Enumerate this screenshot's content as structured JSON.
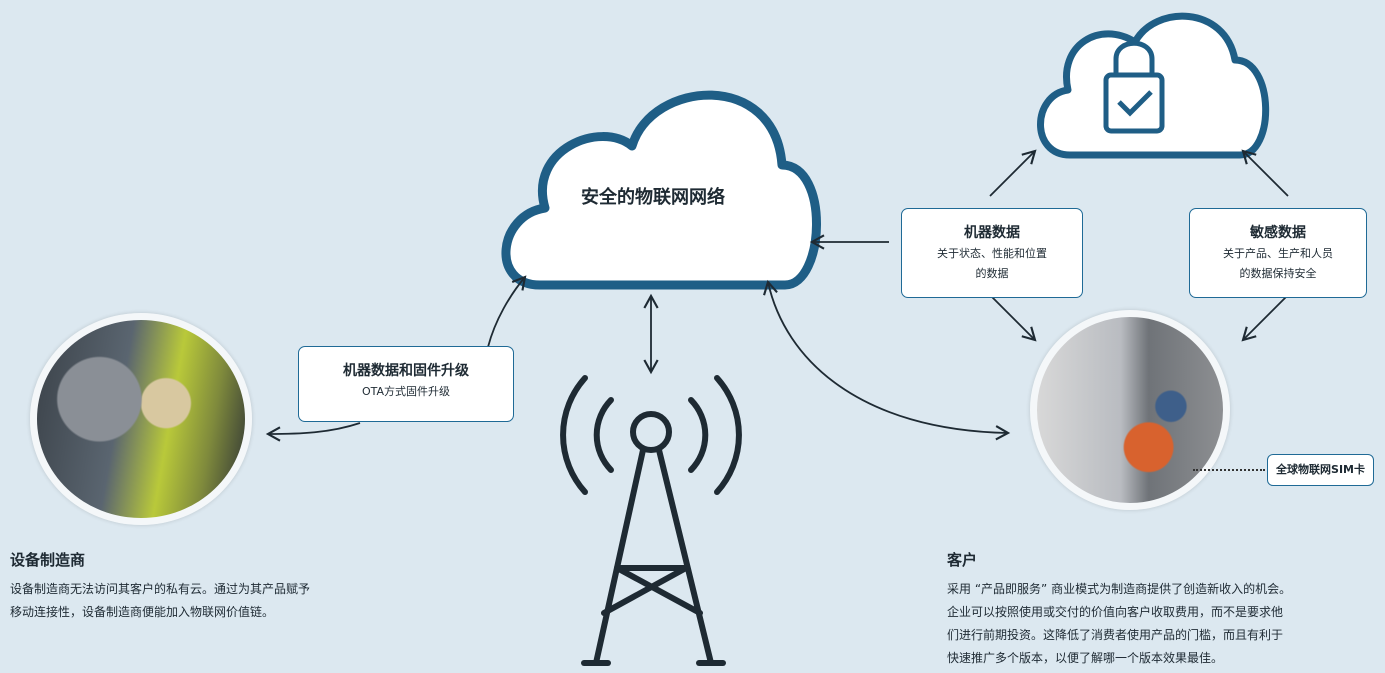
{
  "network_cloud": {
    "label": "安全的物联网网络"
  },
  "machine_fw_box": {
    "title": "机器数据和固件升级",
    "subtitle": "OTA方式固件升级"
  },
  "machine_data_box": {
    "title": "机器数据",
    "line1": "关于状态、性能和位置",
    "line2": "的数据"
  },
  "sensitive_box": {
    "title": "敏感数据",
    "line1": "关于产品、生产和人员",
    "line2": "的数据保持安全"
  },
  "sim_label": "全球物联网SIM卡",
  "manufacturer": {
    "title": "设备制造商",
    "line1": "设备制造商无法访问其客户的私有云。通过为其产品赋予",
    "line2": "移动连接性，设备制造商便能加入物联网价值链。"
  },
  "customer": {
    "title": "客户",
    "line1": "采用 “产品即服务” 商业模式为制造商提供了创造新收入的机会。",
    "line2": "企业可以按照使用或交付的价值向客户收取费用，而不是要求他",
    "line3": "们进行前期投资。这降低了消费者使用产品的门槛，而且有利于",
    "line4": "快速推广多个版本，以便了解哪一个版本效果最佳。"
  },
  "colors": {
    "background": "#dce8f0",
    "accent": "#1f6a96",
    "dark": "#1e2a33"
  },
  "icons": [
    "cloud-icon",
    "secure-cloud-lock-icon",
    "radio-tower-icon",
    "engineer-photo",
    "forklift-photo"
  ]
}
